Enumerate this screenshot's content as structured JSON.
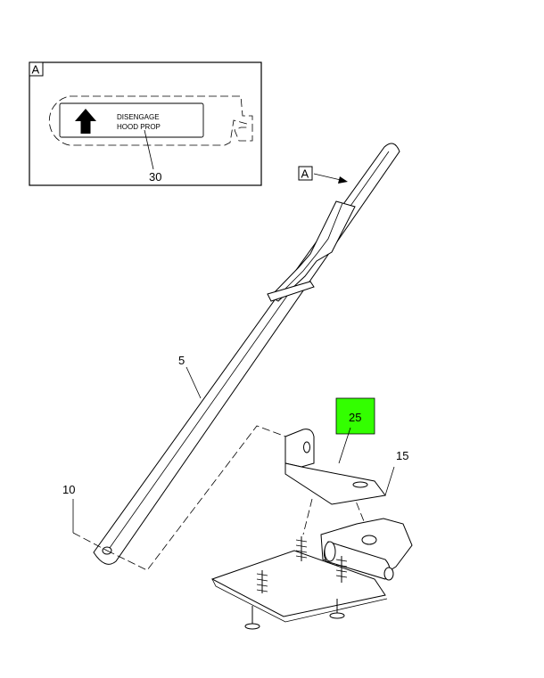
{
  "inset": {
    "view_letter": "A",
    "decal_line1": "DISENGAGE",
    "decal_line2": "HOOD PROP",
    "callout": "30"
  },
  "view_marker": "A",
  "callouts": {
    "rod": "5",
    "rivet": "10",
    "bracket": "15",
    "clip": "25"
  },
  "colors": {
    "highlight": "#33ff00",
    "line": "#000000"
  }
}
